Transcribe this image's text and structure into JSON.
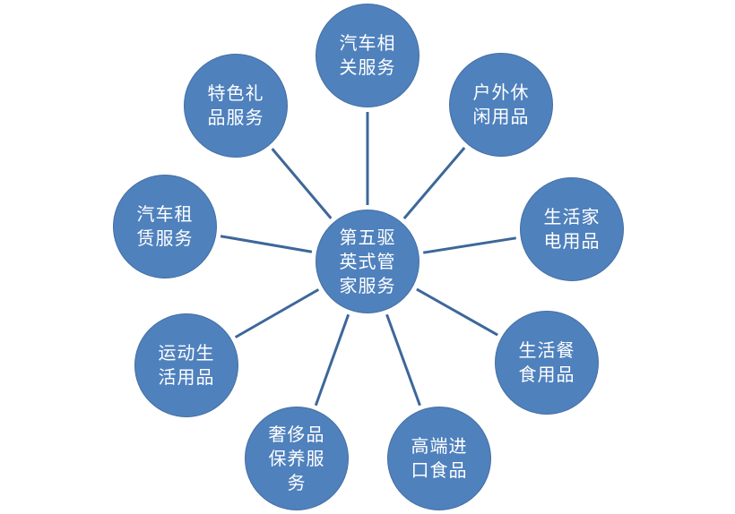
{
  "colors": {
    "node": "#4f81bd",
    "line": "#3d6799",
    "text": "#ffffff"
  },
  "center": {
    "label": "第五驱英式管家服务"
  },
  "nodes": [
    {
      "label": "汽车相关服务"
    },
    {
      "label": "户外休闲用品"
    },
    {
      "label": "生活家电用品"
    },
    {
      "label": "生活餐食用品"
    },
    {
      "label": "高端进口食品"
    },
    {
      "label": "奢侈品保养服务"
    },
    {
      "label": "运动生活用品"
    },
    {
      "label": "汽车租赁服务"
    },
    {
      "label": "特色礼品服务"
    }
  ]
}
